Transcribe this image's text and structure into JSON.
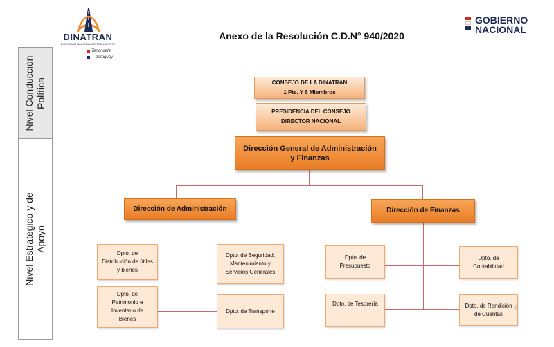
{
  "header": {
    "brand": "DINATRAN",
    "brand_sub": "DIRECCIÓN NACIONAL DE TRANSPORTE",
    "slogan_line1": "Tenondete",
    "slogan_line2": "paraguay",
    "title": "Anexo de la Resolución C.D.N° 940/2020",
    "gov_line1": "GOBIERNO",
    "gov_line2": "NACIONAL",
    "colors": {
      "orange": "#f08a2c",
      "navy": "#1d2a55",
      "red": "#d52b1e"
    }
  },
  "levels": {
    "conduccion": "Nivel Conducción Política",
    "estrategico": "Nivel Estratégico y de Apoyo"
  },
  "org": {
    "consejo_line1": "CONSEJO DE LA DINATRAN",
    "consejo_line2": "1 Pte. Y 6 Miembros",
    "presidencia_line1": "PRESIDENCIA DEL CONSEJO",
    "presidencia_line2": "DIRECTOR NACIONAL",
    "direccion_general": "Dirección General de Administración y Finanzas",
    "dir_administracion": "Dirección de Administración",
    "dir_finanzas": "Dirección de Finanzas",
    "dpto_distribucion": "Dpto. de Distribución de útiles y bienes",
    "dpto_seguridad": "Dpto. de Seguridad, Mantenimiento y Servicios Generales",
    "dpto_patrimonio": "Dpto. de Patrimonio e Inventario de Bienes",
    "dpto_transporte": "Dpto. de Transporte",
    "dpto_presupuesto": "Dpto. de Presupuesto",
    "dpto_contabilidad": "Dpto. de Contabilidad",
    "dpto_tesoreria": "Dpto. de Tesorería",
    "dpto_rendicion": "Dpto. de Rendición de Cuentas"
  },
  "page_number": "8"
}
